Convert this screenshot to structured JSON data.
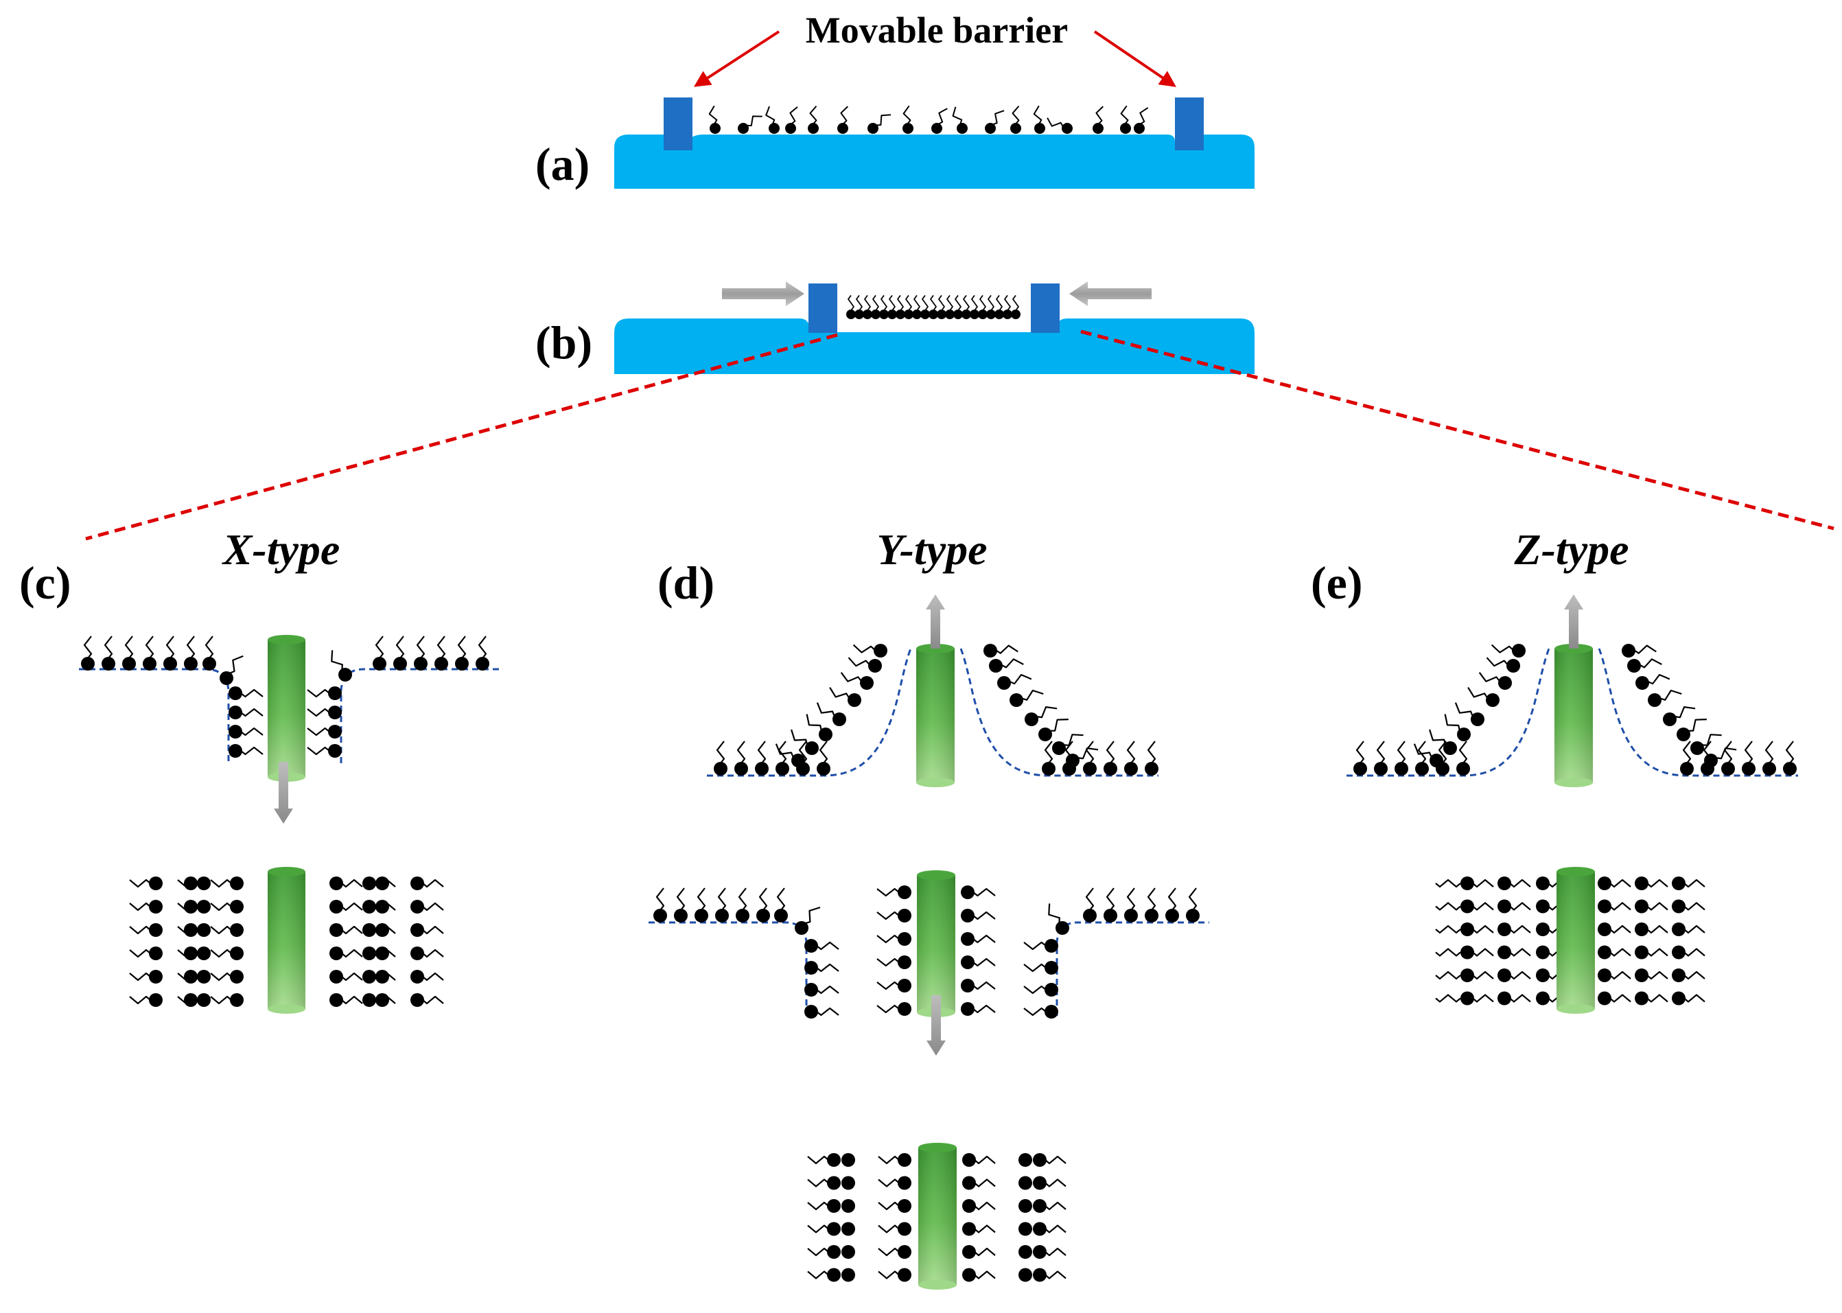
{
  "caption": "Movable barrier",
  "panels": {
    "a": {
      "label": "(a)"
    },
    "b": {
      "label": "(b)"
    },
    "c": {
      "label": "(c)",
      "type": "X-type"
    },
    "d": {
      "label": "(d)",
      "type": "Y-type"
    },
    "e": {
      "label": "(e)",
      "type": "Z-type"
    }
  },
  "colors": {
    "trough": "#00b0f0",
    "barrier": "#1f6fc5",
    "annotation_arrow": "#dd0000",
    "zoom_line": "#dd0000",
    "substrate_dark": "#3d9a32",
    "substrate_light": "#9fd888",
    "molecule": "#000000",
    "interface_line": "#1f4fa8",
    "motion_arrow": "#a6a6a6"
  }
}
